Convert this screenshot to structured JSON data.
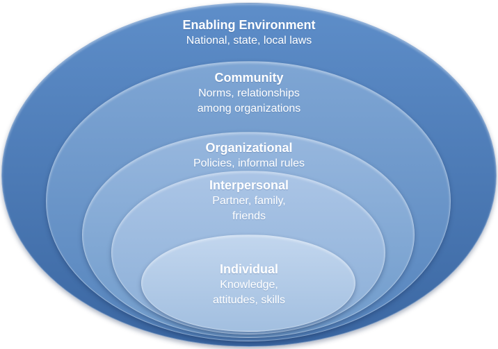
{
  "diagram": {
    "text_color": "#ffffff",
    "levels": [
      {
        "id": "enabling-environment",
        "title": "Enabling Environment",
        "subtitle": "National, state, local laws",
        "fill_top": "#5e8ec9",
        "fill_bottom": "#3b67a2"
      },
      {
        "id": "community",
        "title": "Community",
        "subtitle": "Norms, relationships\namong organizations",
        "fill_top": "#7fa6d4",
        "fill_bottom": "#5584bd"
      },
      {
        "id": "organizational",
        "title": "Organizational",
        "subtitle": "Policies, informal rules",
        "fill_top": "#97b7de",
        "fill_bottom": "#6f9bcb"
      },
      {
        "id": "interpersonal",
        "title": "Interpersonal",
        "subtitle": "Partner, family,\nfriends",
        "fill_top": "#abc5e6",
        "fill_bottom": "#8aaed7"
      },
      {
        "id": "individual",
        "title": "Individual",
        "subtitle": "Knowledge,\nattitudes, skills",
        "fill_top": "#c2d6ee",
        "fill_bottom": "#a2bfe0"
      }
    ]
  }
}
